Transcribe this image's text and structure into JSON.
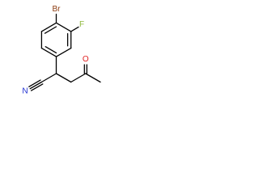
{
  "molecule": {
    "atoms": {
      "br": {
        "label": "Br",
        "color": "#8B3A0E"
      },
      "f": {
        "label": "F",
        "color": "#8FB93D"
      },
      "n": {
        "label": "N",
        "color": "#1F2FD1"
      },
      "o": {
        "label": "O",
        "color": "#E02020"
      }
    },
    "bond_color": "#000000",
    "background": "#ffffff"
  }
}
